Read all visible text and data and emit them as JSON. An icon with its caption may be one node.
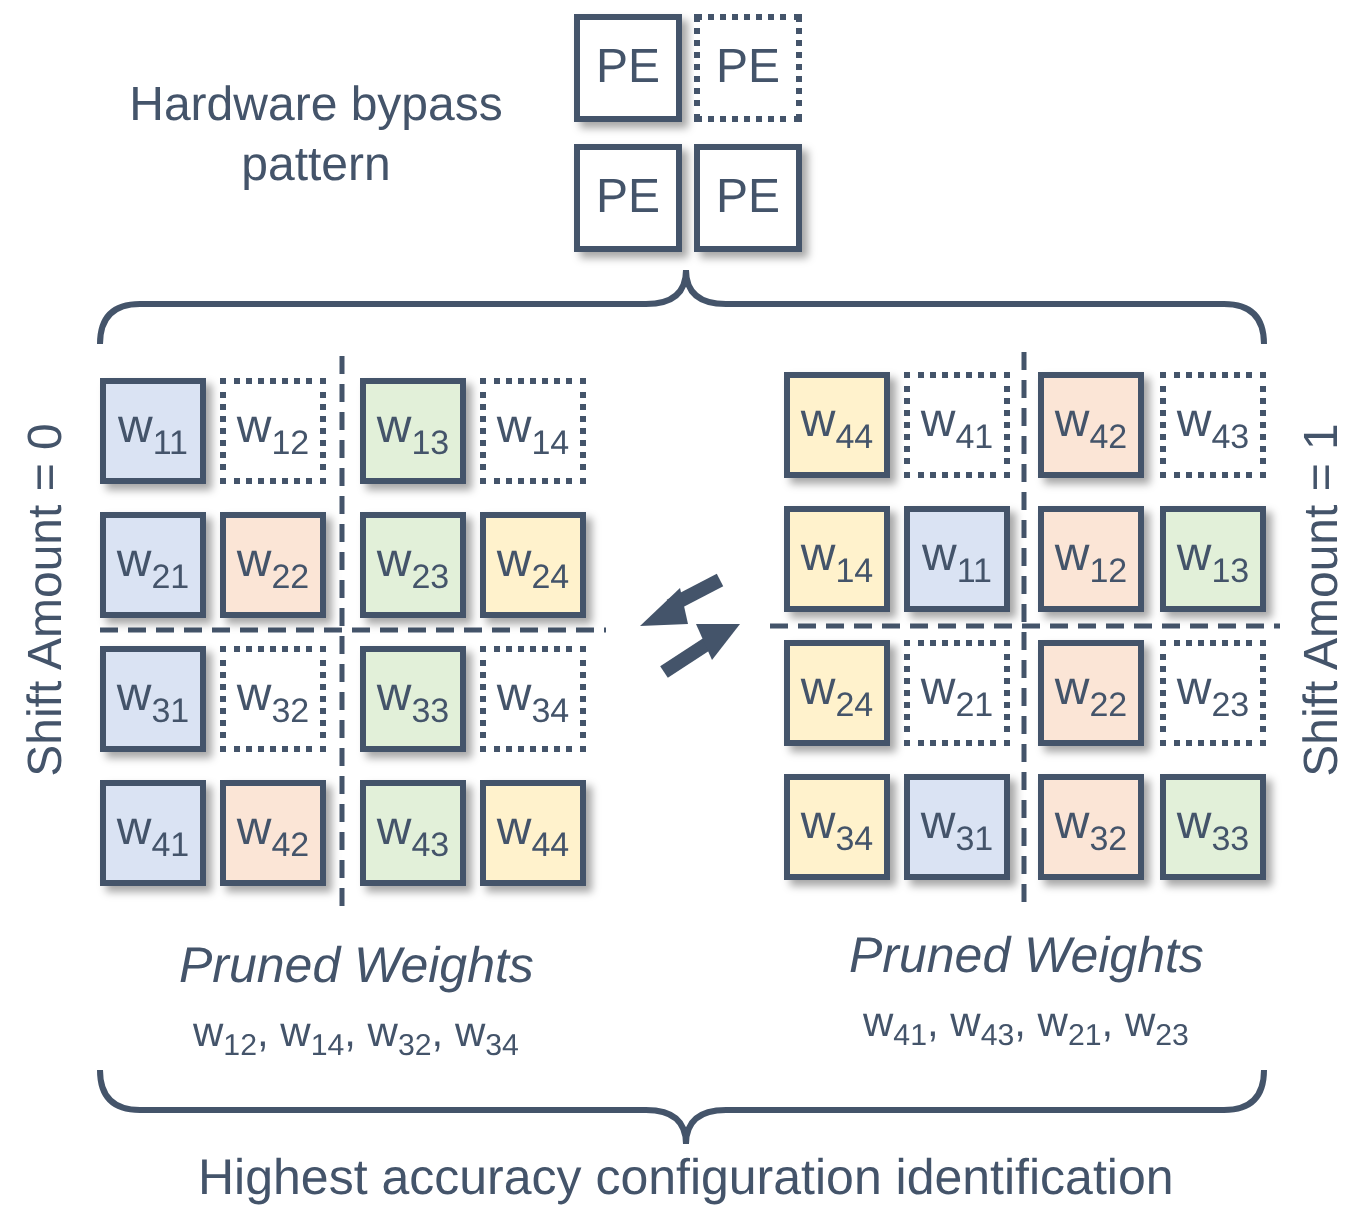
{
  "diagram": {
    "nodes": [
      {
        "text": [
          "PE"
        ]
      },
      {
        "text": [
          "PE"
        ]
      },
      {
        "text": [
          "PE"
        ]
      },
      {
        "text": [
          "PE"
        ]
      },
      {
        "text": [
          "w$_{11}$"
        ]
      },
      {
        "text": [
          "w$_{12}$"
        ]
      },
      {
        "text": [
          "w$_{13}$"
        ]
      },
      {
        "text": [
          "w$_{14}$"
        ]
      },
      {
        "text": [
          "w$_{21}$"
        ]
      },
      {
        "text": [
          "w$_{22}$"
        ]
      },
      {
        "text": [
          "w$_{23}$"
        ]
      },
      {
        "text": [
          "w$_{24}$"
        ]
      },
      {
        "text": [
          "w$_{31}$"
        ]
      },
      {
        "text": [
          "w$_{32}$"
        ]
      },
      {
        "text": [
          "w$_{33}$"
        ]
      },
      {
        "text": [
          "w$_{34}$"
        ]
      },
      {
        "text": [
          "w$_{41}$"
        ]
      },
      {
        "text": [
          "w$_{42}$"
        ]
      },
      {
        "text": [
          "w$_{43}$"
        ]
      },
      {
        "text": [
          "w$_{44}$"
        ]
      },
      {
        "text": [
          "w$_{44}$"
        ]
      },
      {
        "text": [
          "w$_{41}$"
        ]
      },
      {
        "text": [
          "w$_{42}$"
        ]
      },
      {
        "text": [
          "w$_{43}$"
        ]
      },
      {
        "text": [
          "w$_{14}$"
        ]
      },
      {
        "text": [
          "w$_{11}$"
        ]
      },
      {
        "text": [
          "w$_{12}$"
        ]
      },
      {
        "text": [
          "w$_{13}$"
        ]
      },
      {
        "text": [
          "w$_{24}$"
        ]
      },
      {
        "text": [
          "w$_{21}$"
        ]
      },
      {
        "text": [
          "w$_{22}$"
        ]
      },
      {
        "text": [
          "w$_{23}$"
        ]
      },
      {
        "text": [
          "w$_{34}$"
        ]
      },
      {
        "text": [
          "w$_{31}$"
        ]
      },
      {
        "text": [
          "w$_{32}$"
        ]
      },
      {
        "text": [
          "w$_{33}$"
        ]
      }
    ],
    "labels": [
      "Hardware bypass pattern",
      "Shift Amount = 0",
      "Shift Amount = 1",
      "Pruned Weights",
      "w$_{12}$, w$_{14}$, w$_{32}$, w$_{34}$",
      "Pruned Weights",
      "w$_{41}$, w$_{43}$, w$_{21}$, w$_{23}$",
      "Highest accuracy configuration identification"
    ]
  }
}
